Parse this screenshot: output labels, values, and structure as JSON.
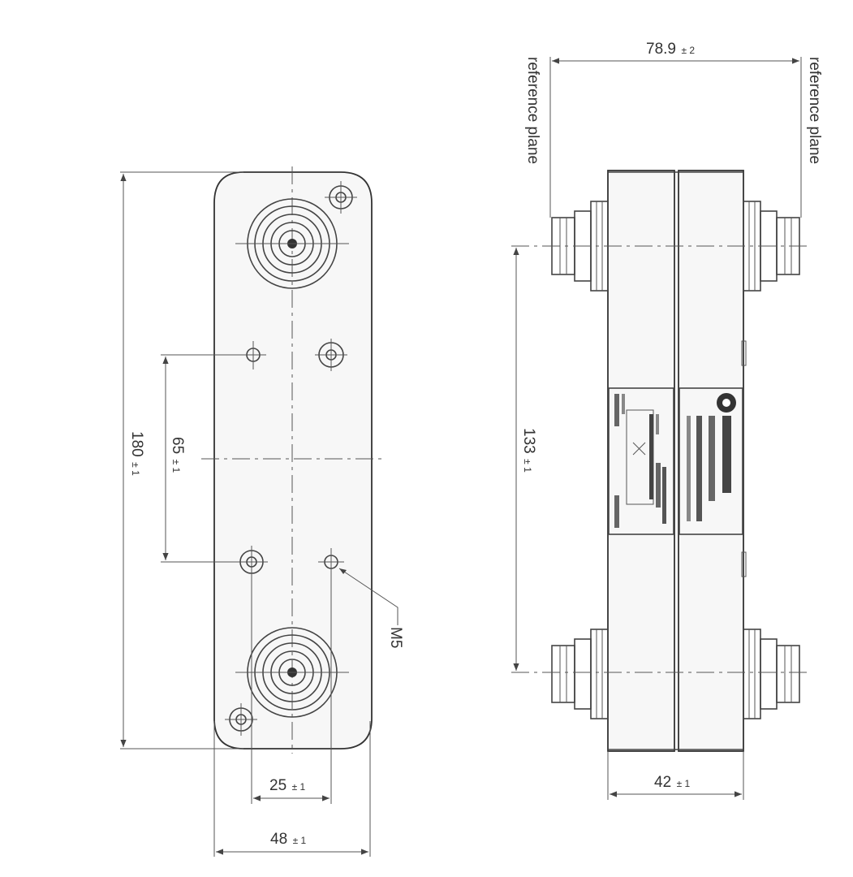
{
  "front_view": {
    "dim_height": {
      "value": "180",
      "tol": "± 1"
    },
    "dim_hole_spacing_vertical": {
      "value": "65",
      "tol": "± 1"
    },
    "dim_hole_spacing_horizontal": {
      "value": "25",
      "tol": "± 1"
    },
    "dim_width": {
      "value": "48",
      "tol": "± 1"
    },
    "thread_callout": "M5"
  },
  "side_view": {
    "dim_connector_span": {
      "value": "78.9",
      "tol": "± 2"
    },
    "dim_connector_spacing": {
      "value": "133",
      "tol": "± 1"
    },
    "dim_depth": {
      "value": "42",
      "tol": "± 1"
    },
    "reference_left": "reference plane",
    "reference_right": "reference plane"
  }
}
